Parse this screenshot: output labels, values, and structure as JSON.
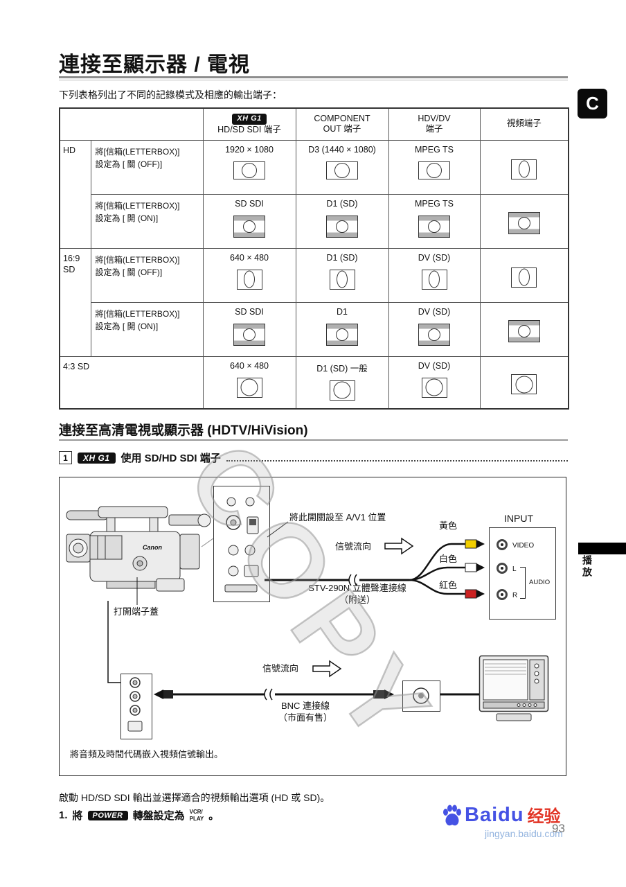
{
  "page": {
    "title": "連接至顯示器 / 電視",
    "intro": "下列表格列出了不同的記錄模式及相應的輸出端子：",
    "watermark": "COPY",
    "page_number": "93",
    "chapter_tab": "C",
    "side_label": "播放"
  },
  "table": {
    "badge": "XH G1",
    "headers": {
      "sdi": [
        "HD/SD SDI 端子"
      ],
      "component": [
        "COMPONENT",
        "OUT 端子"
      ],
      "hdvdv": [
        "HDV/DV",
        "端子"
      ],
      "video": [
        "視頻端子"
      ]
    },
    "rows": [
      {
        "mode": "HD",
        "setting_line1": "將[信箱(LETTERBOX)]",
        "setting_line2": "設定為 [ 關 (OFF)]",
        "cells": [
          {
            "text": "1920 × 1080",
            "icon": "wide-circle"
          },
          {
            "text": "D3 (1440 × 1080)",
            "icon": "wide-circle"
          },
          {
            "text": "MPEG TS",
            "icon": "wide-circle"
          },
          {
            "text": "",
            "icon": "box-oval"
          }
        ]
      },
      {
        "setting_line1": "將[信箱(LETTERBOX)]",
        "setting_line2": "設定為 [ 開 (ON)]",
        "cells": [
          {
            "text": "SD SDI",
            "icon": "letterbox"
          },
          {
            "text": "D1 (SD)",
            "icon": "letterbox"
          },
          {
            "text": "MPEG TS",
            "icon": "letterbox"
          },
          {
            "text": "",
            "icon": "letterbox"
          }
        ]
      },
      {
        "mode": "16:9 SD",
        "setting_line1": "將[信箱(LETTERBOX)]",
        "setting_line2": "設定為 [ 關 (OFF)]",
        "cells": [
          {
            "text": "640 × 480",
            "icon": "box-oval"
          },
          {
            "text": "D1 (SD)",
            "icon": "box-oval"
          },
          {
            "text": "DV (SD)",
            "icon": "box-oval"
          },
          {
            "text": "",
            "icon": "box-oval"
          }
        ]
      },
      {
        "setting_line1": "將[信箱(LETTERBOX)]",
        "setting_line2": "設定為 [ 開 (ON)]",
        "cells": [
          {
            "text": "SD SDI",
            "icon": "letterbox"
          },
          {
            "text": "D1",
            "icon": "letterbox"
          },
          {
            "text": "DV (SD)",
            "icon": "letterbox"
          },
          {
            "text": "",
            "icon": "letterbox"
          }
        ]
      },
      {
        "mode": "4:3 SD",
        "cells": [
          {
            "text": "640 × 480",
            "icon": "box-circle"
          },
          {
            "text": "D1 (SD) 一般",
            "icon": "box-circle"
          },
          {
            "text": "DV (SD)",
            "icon": "box-circle"
          },
          {
            "text": "",
            "icon": "box-circle"
          }
        ]
      }
    ]
  },
  "section": {
    "heading": "連接至高清電視或顯示器 (HDTV/HiVision)",
    "step_no": "1",
    "badge": "XH G1",
    "step_title": "使用 SD/HD SDI 端子"
  },
  "diagram": {
    "camera_brand": "Canon",
    "switch_note": "將此開關設至 A/V1 位置",
    "signal_flow": "信號流向",
    "stereo_cable": "STV-290N 立體聲連接線",
    "stereo_cable_sub": "（附送）",
    "yellow": "黃色",
    "white": "白色",
    "red": "紅色",
    "open_cover": "打開端子蓋",
    "bnc_cable": "BNC 連接線",
    "bnc_cable_sub": "（市面有售）",
    "note": "將音頻及時間代碼嵌入視頻信號輸出。",
    "input": {
      "title": "INPUT",
      "video": "VIDEO",
      "l": "L",
      "audio": "AUDIO",
      "r": "R"
    }
  },
  "footer": {
    "instruction": "啟動 HD/SD SDI 輸出並選擇適合的視頻輸出選項 (HD 或 SD)。",
    "step_no": "1.",
    "pre": "將",
    "power": "POWER",
    "mid": "轉盤設定為",
    "dial_line1": "VCR/",
    "dial_line2": "PLAY",
    "end": "。"
  },
  "branding": {
    "brand": "Baidu",
    "brand_cn": "经验",
    "url": "jingyan.baidu.com"
  }
}
